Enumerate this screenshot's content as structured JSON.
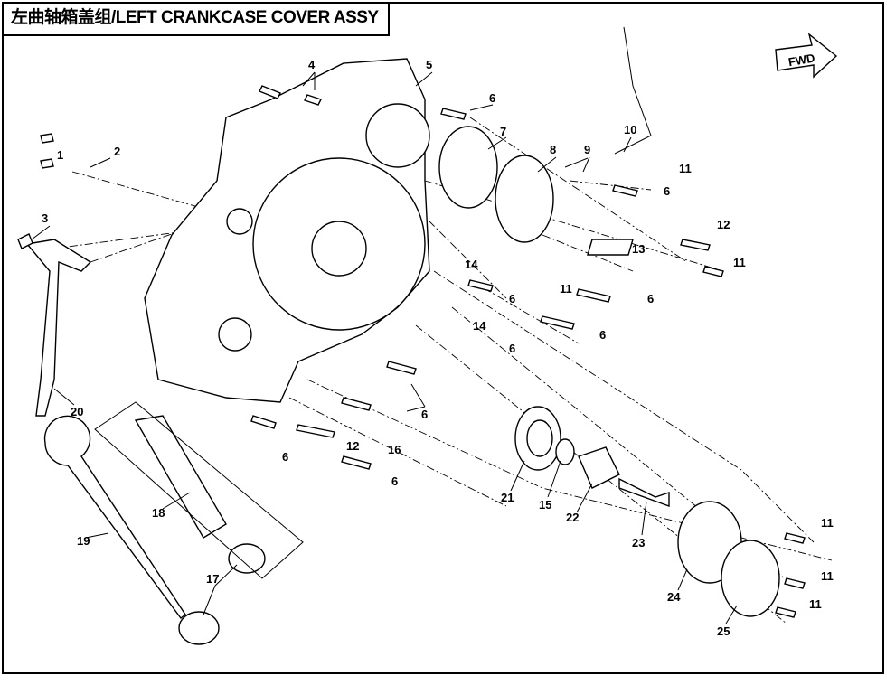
{
  "title": "左曲轴箱盖组/LEFT CRANKCASE COVER ASSY",
  "fwd_label": "FWD",
  "labels": [
    "1",
    "2",
    "3",
    "4",
    "5",
    "6",
    "7",
    "8",
    "9",
    "10",
    "11",
    "6",
    "12",
    "13",
    "11",
    "14",
    "6",
    "11",
    "6",
    "14",
    "6",
    "6",
    "6",
    "12",
    "16",
    "6",
    "6",
    "20",
    "18",
    "19",
    "17",
    "21",
    "15",
    "22",
    "23",
    "24",
    "25",
    "11",
    "11",
    "11"
  ]
}
